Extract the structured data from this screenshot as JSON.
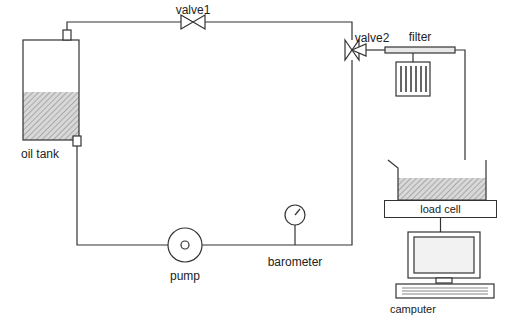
{
  "diagram": {
    "nodes": [
      {
        "text": [
          "load cell"
        ]
      },
      {
        "text": [
          "camputer"
        ]
      }
    ],
    "edges": [
      {
        "from": 0,
        "to": 1,
        "arrow": "none"
      }
    ],
    "labels": [
      "valve1",
      "valve2",
      "filter",
      "oil tank",
      "pump",
      "barometer"
    ]
  }
}
